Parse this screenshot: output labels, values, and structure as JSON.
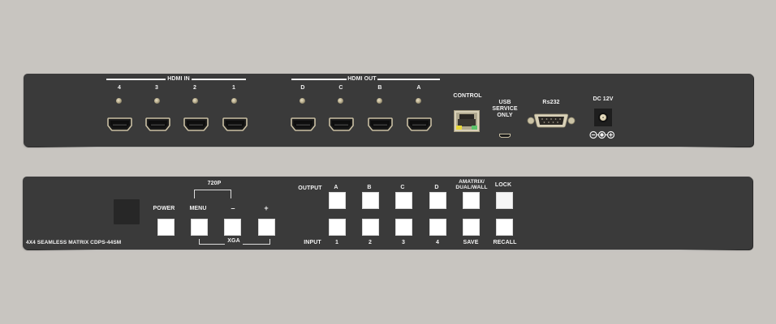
{
  "rear_panel": {
    "hdmi_in": {
      "title": "HDMI IN",
      "ports": [
        {
          "label": "4"
        },
        {
          "label": "3"
        },
        {
          "label": "2"
        },
        {
          "label": "1"
        }
      ]
    },
    "hdmi_out": {
      "title": "HDMI OUT",
      "ports": [
        {
          "label": "D"
        },
        {
          "label": "C"
        },
        {
          "label": "B"
        },
        {
          "label": "A"
        }
      ]
    },
    "control": {
      "label": "CONTROL",
      "led_colors": [
        "#e8d83a",
        "#5cc36a"
      ]
    },
    "usb": {
      "label_line1": "USB",
      "label_line2": "SERVICE",
      "label_line3": "ONLY"
    },
    "rs232": {
      "label": "Rs232"
    },
    "dc": {
      "label": "DC 12V",
      "polarity": "⊖-◉-⊕"
    }
  },
  "front_panel": {
    "model": "4X4 SEAMLESS MATRIX CDPS-44SM",
    "power": {
      "label": "POWER"
    },
    "menu": {
      "label": "MENU"
    },
    "minus": {
      "label": "–"
    },
    "plus": {
      "label": "+"
    },
    "resolution_top": "720P",
    "resolution_bottom": "XGA",
    "output_label": "OUTPUT",
    "input_label": "INPUT",
    "outputs": [
      {
        "label": "A"
      },
      {
        "label": "B"
      },
      {
        "label": "C"
      },
      {
        "label": "D"
      }
    ],
    "inputs": [
      {
        "label": "1"
      },
      {
        "label": "2"
      },
      {
        "label": "3"
      },
      {
        "label": "4"
      }
    ],
    "mode": {
      "label_line1": "AMATRIX/",
      "label_line2": "DUAL/WALL"
    },
    "lock": {
      "label": "LOCK"
    },
    "save": {
      "label": "SAVE"
    },
    "recall": {
      "label": "RECALL"
    }
  },
  "colors": {
    "background": "#c8c5c0",
    "panel": "#3a3a3a",
    "label": "#f2f2f2",
    "button": "#ffffff"
  }
}
